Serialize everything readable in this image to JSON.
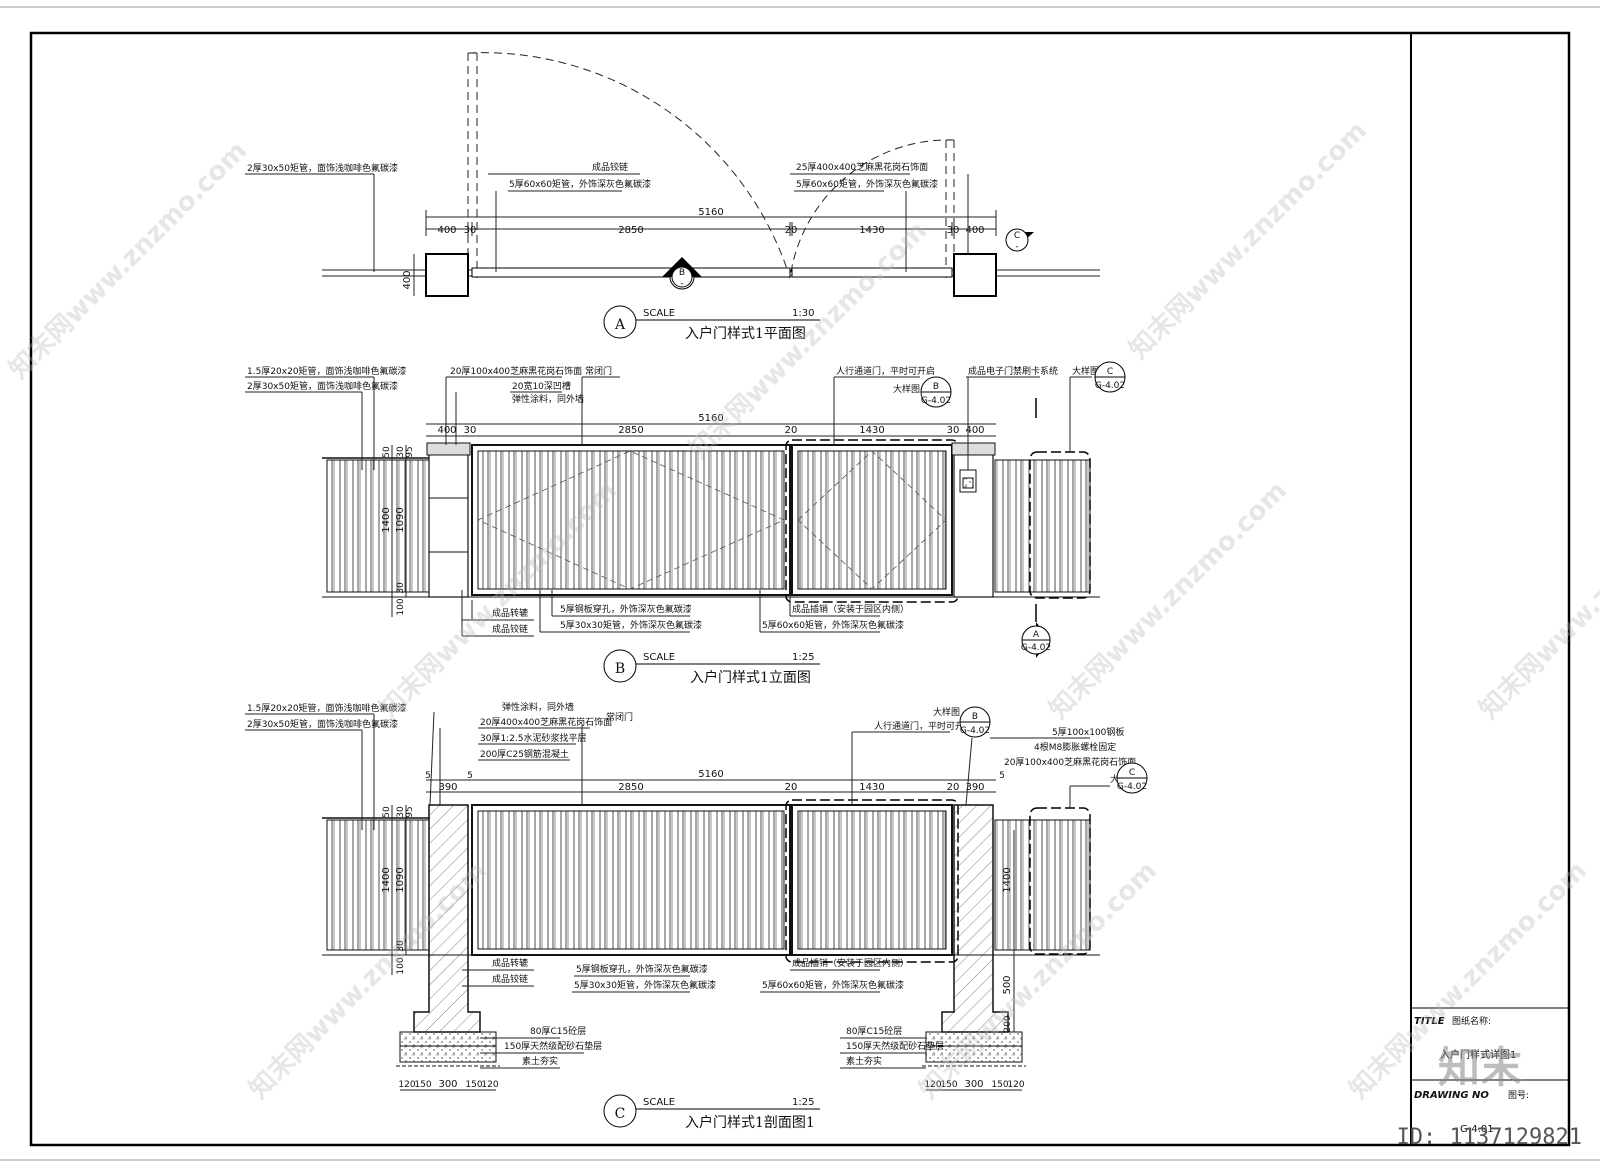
{
  "view_a": {
    "letter": "A",
    "scale_label": "SCALE",
    "scale": "1:30",
    "title": "入户门样式1平面图",
    "dims_top": "5160",
    "dims": [
      "400",
      "30",
      "2850",
      "20",
      "1430",
      "30",
      "400"
    ],
    "dim_side": "400",
    "notes_left": [
      "2厚30x50矩管，面饰浅咖啡色氟碳漆"
    ],
    "notes_mid": [
      "成品铰链",
      "5厚60x60矩管，外饰深灰色氟碳漆"
    ],
    "notes_right": [
      "25厚400x400芝麻黑花岗石饰面",
      "5厚60x60矩管，外饰深灰色氟碳漆"
    ],
    "callout_b": "B",
    "callout_c": "C",
    "callout_dash": "-"
  },
  "view_b": {
    "letter": "B",
    "scale_label": "SCALE",
    "scale": "1:25",
    "title": "入户门样式1立面图",
    "dims_top": "5160",
    "dims": [
      "400",
      "30",
      "2850",
      "20",
      "1430",
      "30",
      "400"
    ],
    "dims_left": [
      "50",
      "30",
      "95",
      "1400",
      "1090",
      "30",
      "100"
    ],
    "notes_left": [
      "1.5厚20x20矩管，面饰浅咖啡色氟碳漆",
      "2厚30x50矩管，面饰浅咖啡色氟碳漆"
    ],
    "notes_top": [
      "20厚100x400芝麻黑花岗石饰面",
      "20宽10深凹槽",
      "弹性涂料，同外墙",
      "常闭门"
    ],
    "notes_right": [
      "人行通道门，平时可开启",
      "大样图",
      "成品电子门禁刷卡系统",
      "大样图"
    ],
    "notes_bottom": [
      "成品转辘",
      "成品铰链",
      "5厚钢板穿孔，外饰深灰色氟碳漆",
      "5厚30x30矩管，外饰深灰色氟碳漆",
      "成品插销（安装于园区内侧）",
      "5厚60x60矩管，外饰深灰色氟碳漆"
    ],
    "callouts": [
      {
        "letter": "B",
        "ref": "G-4.02"
      },
      {
        "letter": "C",
        "ref": "G-4.02"
      },
      {
        "letter": "A",
        "ref": "G-4.02"
      }
    ]
  },
  "view_c": {
    "letter": "C",
    "scale_label": "SCALE",
    "scale": "1:25",
    "title": "入户门样式1剖面图1",
    "dims_top": "5160",
    "dims": [
      "5",
      "390",
      "5",
      "2850",
      "20",
      "1430",
      "20",
      "390",
      "5"
    ],
    "dims_left": [
      "50",
      "30",
      "95",
      "1400",
      "1090",
      "30",
      "100"
    ],
    "dims_right": [
      "1400",
      "500",
      "200"
    ],
    "dims_bottom": [
      "120",
      "150",
      "300",
      "150",
      "120"
    ],
    "notes_left": [
      "1.5厚20x20矩管，面饰浅咖啡色氟碳漆",
      "2厚30x50矩管，面饰浅咖啡色氟碳漆"
    ],
    "notes_top": [
      "弹性涂料，同外墙",
      "20厚400x400芝麻黑花岗石饰面",
      "30厚1:2.5水泥砂浆找平层",
      "200厚C25钢筋混凝土",
      "常闭门"
    ],
    "notes_right": [
      "大样图",
      "人行通道门，平时可开启",
      "5厚100x100钢板",
      "4根M8膨胀螺栓固定",
      "20厚100x400芝麻黑花岗石饰面",
      "大样图"
    ],
    "notes_bottom": [
      "成品转辘",
      "成品铰链",
      "5厚钢板穿孔，外饰深灰色氟碳漆",
      "5厚30x30矩管，外饰深灰色氟碳漆",
      "成品插销（安装于园区内侧）",
      "5厚60x60矩管，外饰深灰色氟碳漆"
    ],
    "notes_foundation": [
      "80厚C15砼层",
      "150厚天然级配砂石垫层",
      "素土夯实"
    ],
    "callouts": [
      {
        "letter": "B",
        "ref": "G-4.02"
      },
      {
        "letter": "C",
        "ref": "G-4.02"
      }
    ]
  },
  "title_block": {
    "title_label": "TITLE",
    "title_cn": "图纸名称:",
    "drawing_name": "入户门样式详图1",
    "drawing_no_label": "DRAWING NO",
    "drawing_no_cn": "图号:",
    "drawing_no": "G-4.01"
  },
  "watermark": {
    "text": "知末网www.znzmo.com",
    "logo": "知末",
    "id": "ID: 1137129821"
  }
}
